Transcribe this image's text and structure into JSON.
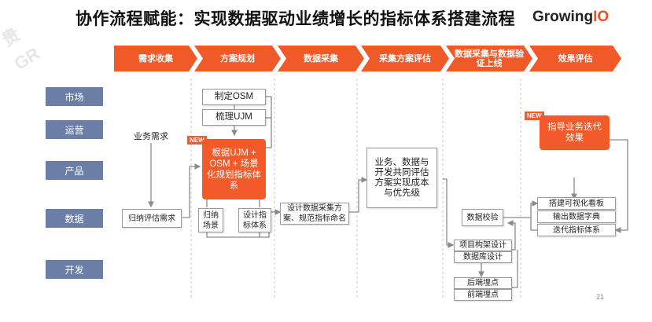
{
  "title": "协作流程赋能：实现数据驱动业绩增长的指标体系搭建流程",
  "logo": {
    "main": "Growing",
    "accent": "IO"
  },
  "watermark": {
    "top_left": "GR",
    "top_left_2": "贵"
  },
  "stages": [
    "需求收集",
    "方案规划",
    "数据采集",
    "采集方案评估",
    "数据采集与数据验证上线",
    "效果评估"
  ],
  "roles": [
    "市场",
    "运营",
    "产品",
    "数据",
    "开发"
  ],
  "nodes": {
    "biz_need": "业务需求",
    "summarize_need": "归纳评估需求",
    "make_osm": "制定OSM",
    "sort_ujm": "梳理UJM",
    "plan_metrics": "根据UJM + OSM + 场景化规划指标体系",
    "sum_scene": "归纳场景",
    "design_metrics": "设计指标体系",
    "design_collect": "设计数据采集方案、规范指标命名",
    "joint_eval": "业务、数据与开发共同评估方案实现成本与优先级",
    "project_arch": "项目构架设计",
    "db_design": "数据库设计",
    "backend_track": "后端埋点",
    "frontend_track": "前端埋点",
    "data_verify": "数据校验",
    "build_board": "搭建可视化看板",
    "export_dict": "输出数据字典",
    "iterate_metrics": "迭代指标体系",
    "guide_biz": "指导业务迭代效果"
  },
  "badges": {
    "new_left": "NEW",
    "new_right": "NEW"
  },
  "page_number": "21",
  "colors": {
    "accent": "#f05a28",
    "role_bg": "#6b7fa6"
  }
}
